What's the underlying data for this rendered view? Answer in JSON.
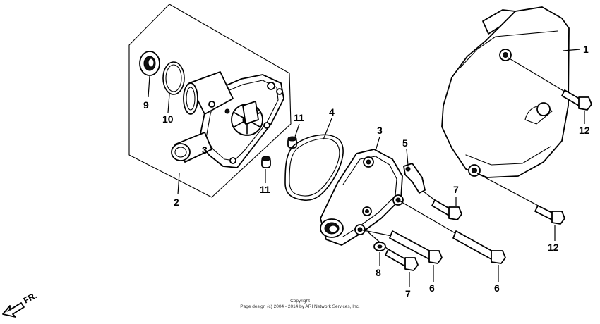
{
  "diagram": {
    "callouts": {
      "c1": "1",
      "c2": "2",
      "c3": "3",
      "c3b": "3",
      "c4": "4",
      "c5": "5",
      "c6a": "6",
      "c6b": "6",
      "c7a": "7",
      "c7b": "7",
      "c8": "8",
      "c9": "9",
      "c10": "10",
      "c11a": "11",
      "c11b": "11",
      "c12a": "12",
      "c12b": "12"
    },
    "direction": "FR.",
    "copyright": [
      "Copyright",
      "Page design (c) 2004 - 2014 by ARI Network Services, Inc."
    ]
  }
}
